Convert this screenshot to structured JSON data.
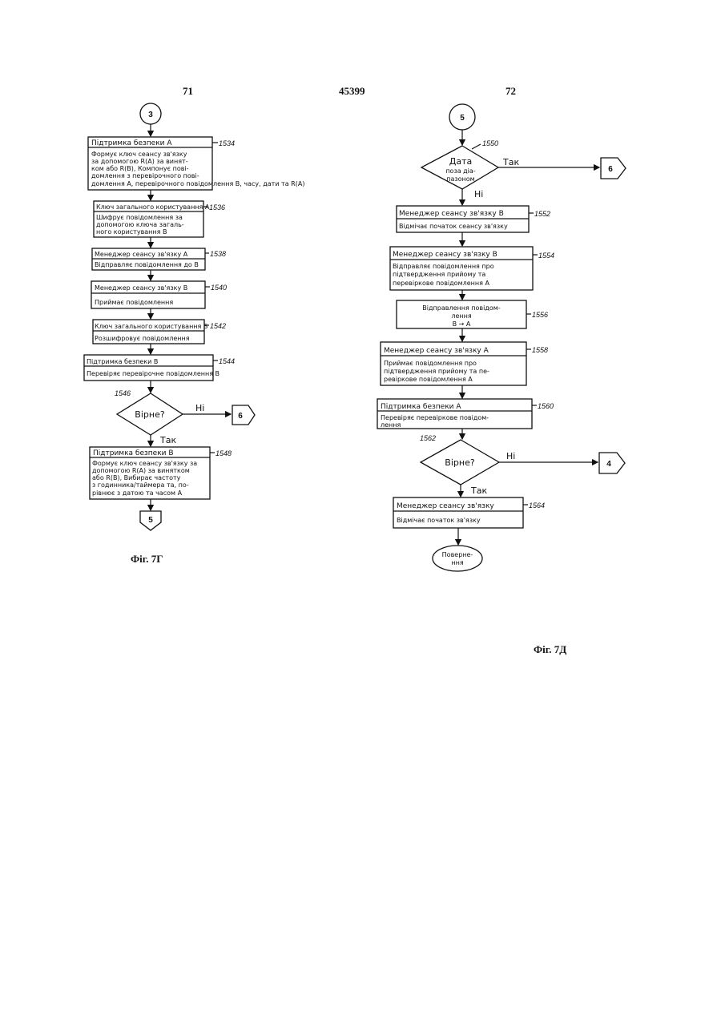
{
  "header": {
    "left_page": "71",
    "center_number": "45399",
    "right_page": "72"
  },
  "captions": {
    "left": "Фіг.  7Г",
    "right": "Фіг.  7Д"
  },
  "left": {
    "start": "3",
    "b1534": {
      "title": "Підтримка безпеки А",
      "body": [
        "Формує ключ сеансу зв'язку",
        "за допомогою R(А) за винят-",
        "ком або R(В), Компонує пові-",
        "домлення з перевірочного пові-",
        "домлення А, перевірочного повідомлення В, часу, дати та R(А)"
      ],
      "ref": "1534"
    },
    "b1536": {
      "title": "Ключ загального користування А",
      "body": [
        "Шифрує повідомлення за",
        "допомогою ключа загаль-",
        "ного користування В"
      ],
      "ref": "1536"
    },
    "b1538": {
      "title": "Менеджер сеансу зв'язку А",
      "body": [
        "Відправляє повідомлення до В"
      ],
      "ref": "1538"
    },
    "b1540": {
      "title": "Менеджер сеансу зв'язку В",
      "body": [
        "Приймає повідомлення"
      ],
      "ref": "1540"
    },
    "b1542": {
      "title": "Ключ загального користування Б",
      "body": [
        "Розшифровує повідомлення"
      ],
      "ref": "1542"
    },
    "b1544": {
      "title": "Підтримка безпеки В",
      "body": [
        "Перевіряє перевірочне повідомлення В"
      ],
      "ref": "1544"
    },
    "d1546": {
      "text": "Вірне?",
      "ref": "1546",
      "no": "Ні",
      "yes": "Так",
      "no_target": "6"
    },
    "b1548": {
      "title": "Підтримка безпеки В",
      "body": [
        "Формує ключ сеансу зв'язку за",
        "допомогою R(А) за винятком",
        "або R(В), Вибирає частоту",
        "з годинника/таймера та, по-",
        "рівнює з датою та часом А"
      ],
      "ref": "1548"
    },
    "end": "5"
  },
  "right": {
    "start": "5",
    "d1550": {
      "lines": [
        "Дата",
        "поза діа-",
        "пазоном"
      ],
      "ref": "1550",
      "yes": "Так",
      "no": "Ні",
      "yes_target": "6"
    },
    "b1552": {
      "title": "Менеджер сеансу зв'язку В",
      "body": [
        "Відмічає початок сеансу зв'язку"
      ],
      "ref": "1552"
    },
    "b1554": {
      "title": "Менеджер сеансу зв'язку В",
      "body": [
        "Відправляє повідомлення про",
        "підтвердження прийому та",
        "перевіркове повідомлення А"
      ],
      "ref": "1554"
    },
    "b1556": {
      "body": [
        "Відправлення повідом-",
        "лення",
        "В → А"
      ],
      "ref": "1556"
    },
    "b1558": {
      "title": "Менеджер сеансу зв'язку А",
      "body": [
        "Приймає повідомлення про",
        "підтвердження прийому та пе-",
        "ревіркове повідомлення А"
      ],
      "ref": "1558"
    },
    "b1560": {
      "title": "Підтримка безпеки А",
      "body": [
        "Перевіряє перевіркове повідом-",
        "лення"
      ],
      "ref": "1560"
    },
    "d1562": {
      "text": "Вірне?",
      "ref": "1562",
      "no": "Ні",
      "yes": "Так",
      "no_target": "4"
    },
    "b1564": {
      "title": "Менеджер сеансу зв'язку",
      "body": [
        "Відмічає початок зв'язку"
      ],
      "ref": "1564"
    },
    "end_lines": [
      "Поверне-",
      "ння"
    ]
  }
}
